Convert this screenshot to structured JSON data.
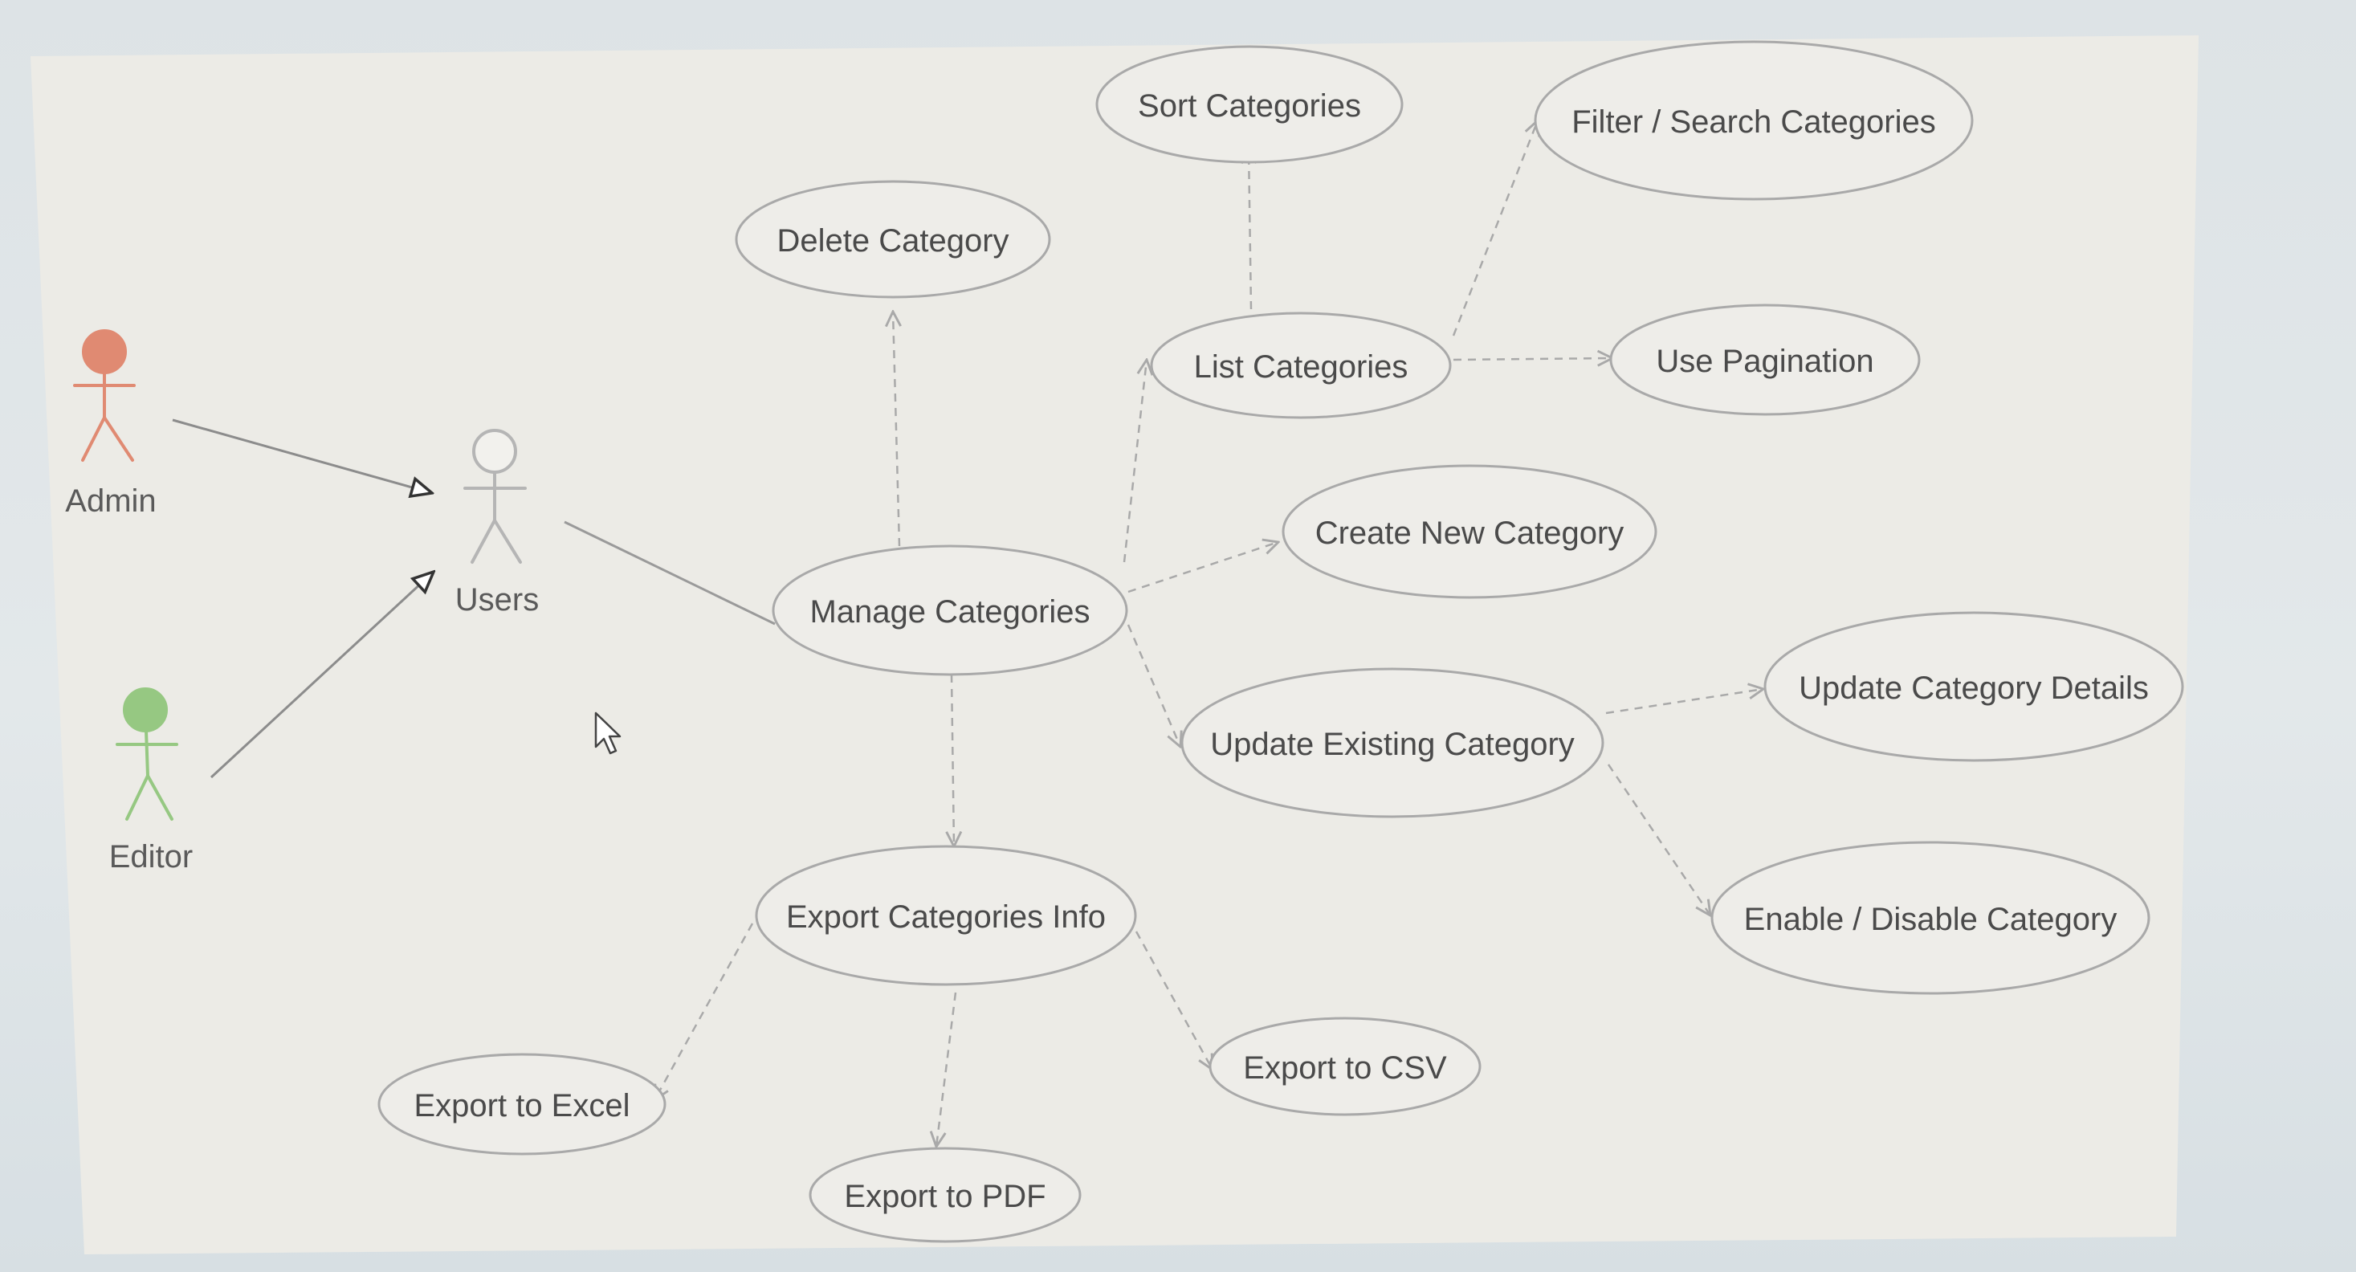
{
  "colors": {
    "canvas": "#ecebe6",
    "ellipse_fill": "#eeede9",
    "ellipse_stroke": "#a9a9a9",
    "line": "#a9a9a9",
    "admin": "#e08a72",
    "editor": "#96c882",
    "users": "#b5b5b5"
  },
  "actors": {
    "admin": {
      "label": "Admin"
    },
    "editor": {
      "label": "Editor"
    },
    "users": {
      "label": "Users"
    }
  },
  "use_cases": {
    "sort": "Sort Categories",
    "filter": "Filter / Search Categories",
    "delete": "Delete Category",
    "list": "List Categories",
    "pagination": "Use Pagination",
    "create": "Create New Category",
    "manage": "Manage Categories",
    "update": "Update Existing Category",
    "update_details": "Update Category Details",
    "enable_disable": "Enable / Disable Category",
    "export_info": "Export Categories Info",
    "export_excel": "Export to Excel",
    "export_csv": "Export to CSV",
    "export_pdf": "Export to PDF"
  },
  "icons": {
    "cursor": "mouse-pointer-icon"
  }
}
